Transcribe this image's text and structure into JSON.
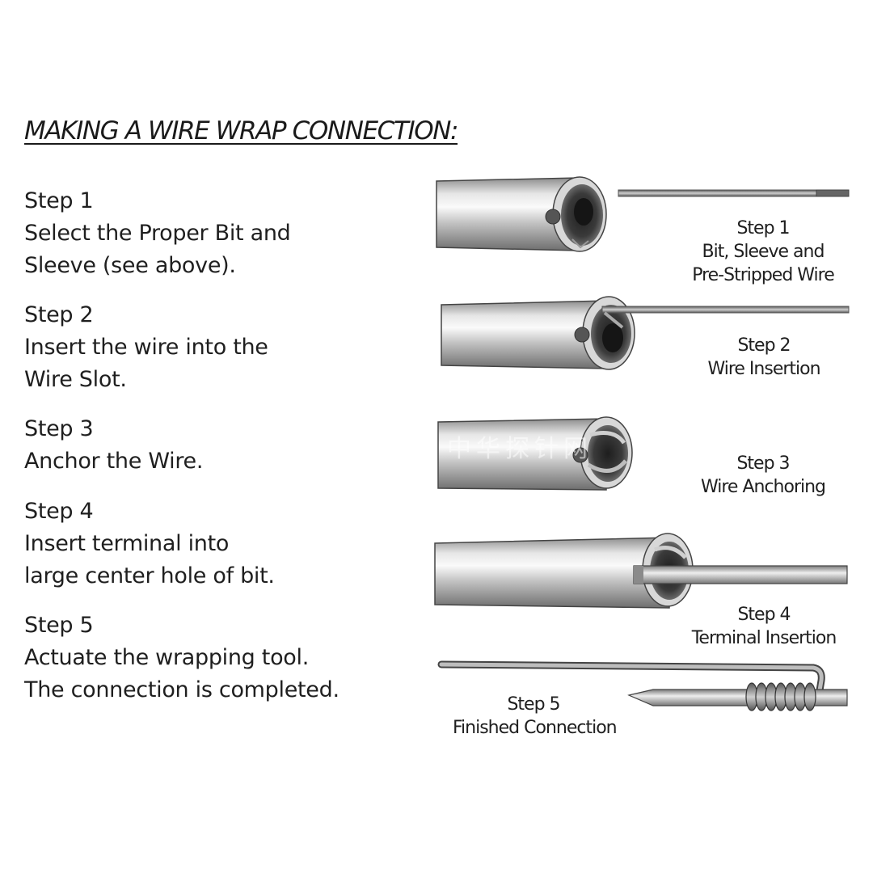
{
  "title": "MAKING A WIRE WRAP CONNECTION:",
  "steps": [
    {
      "heading": "Step 1",
      "lines": [
        "Select the Proper Bit and",
        "Sleeve (see above)."
      ]
    },
    {
      "heading": "Step 2",
      "lines": [
        "Insert the wire into the",
        "Wire Slot."
      ]
    },
    {
      "heading": "Step 3",
      "lines": [
        "Anchor the Wire."
      ]
    },
    {
      "heading": "Step 4",
      "lines": [
        "Insert terminal into",
        "large center hole of bit."
      ]
    },
    {
      "heading": "Step 5",
      "lines": [
        "Actuate the wrapping tool.",
        "The connection is completed."
      ]
    }
  ],
  "captions": [
    {
      "heading": "Step 1",
      "lines": [
        "Bit, Sleeve and",
        "Pre-Stripped Wire"
      ]
    },
    {
      "heading": "Step 2",
      "lines": [
        "Wire Insertion"
      ]
    },
    {
      "heading": "Step 3",
      "lines": [
        "Wire Anchoring"
      ]
    },
    {
      "heading": "Step 4",
      "lines": [
        "Terminal Insertion"
      ]
    },
    {
      "heading": "Step 5",
      "lines": [
        "Finished Connection"
      ]
    }
  ],
  "watermark": "中华探针网"
}
